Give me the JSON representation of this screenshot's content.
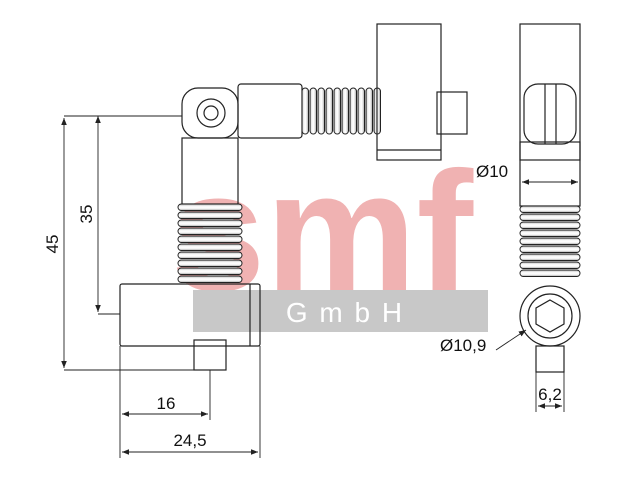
{
  "watermark": {
    "logo_text": "smf",
    "sub_text": "G m b H",
    "logo_color": "#f0b2b2",
    "band_color": "#c8c8c8"
  },
  "drawing": {
    "part_fill": "#ffffff",
    "metal_light": "#f2f2f2",
    "metal_dark": "#bdbdbd",
    "line_color": "#222222"
  },
  "dimensions": {
    "height_overall": "45",
    "height_inner": "35",
    "width_short": "16",
    "width_overall": "24,5",
    "diameter_sleeve": "Ø10",
    "diameter_bolt": "Ø10,9",
    "width_pin": "6,2"
  }
}
